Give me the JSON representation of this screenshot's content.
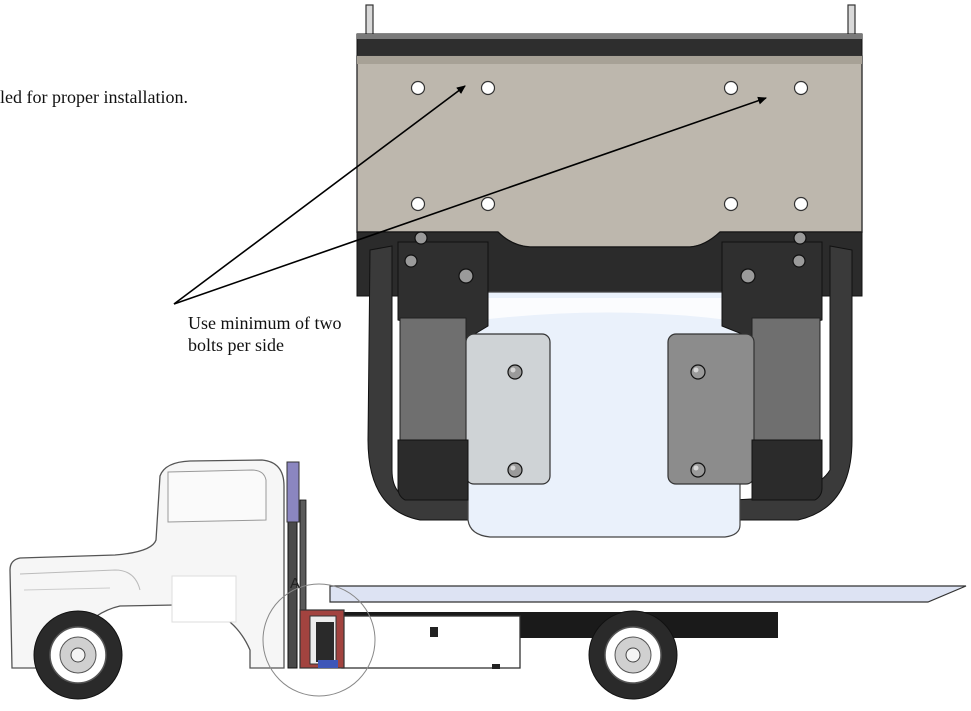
{
  "notes": {
    "installation": "led for proper installation.",
    "callout_line1": "Use minimum of two",
    "callout_line2": "bolts per side"
  },
  "detail_label": "A",
  "colors": {
    "plate": "#bdb7ad",
    "bracket_dark": "#2b2b2b",
    "bracket_mid": "#6f6f6f",
    "bracket_light": "#cfd3d6",
    "cover_blue": "#eaf1fb",
    "bed_blue": "#dde3f3",
    "frame_black": "#1a1a1a",
    "unit_red": "#a2433f"
  }
}
